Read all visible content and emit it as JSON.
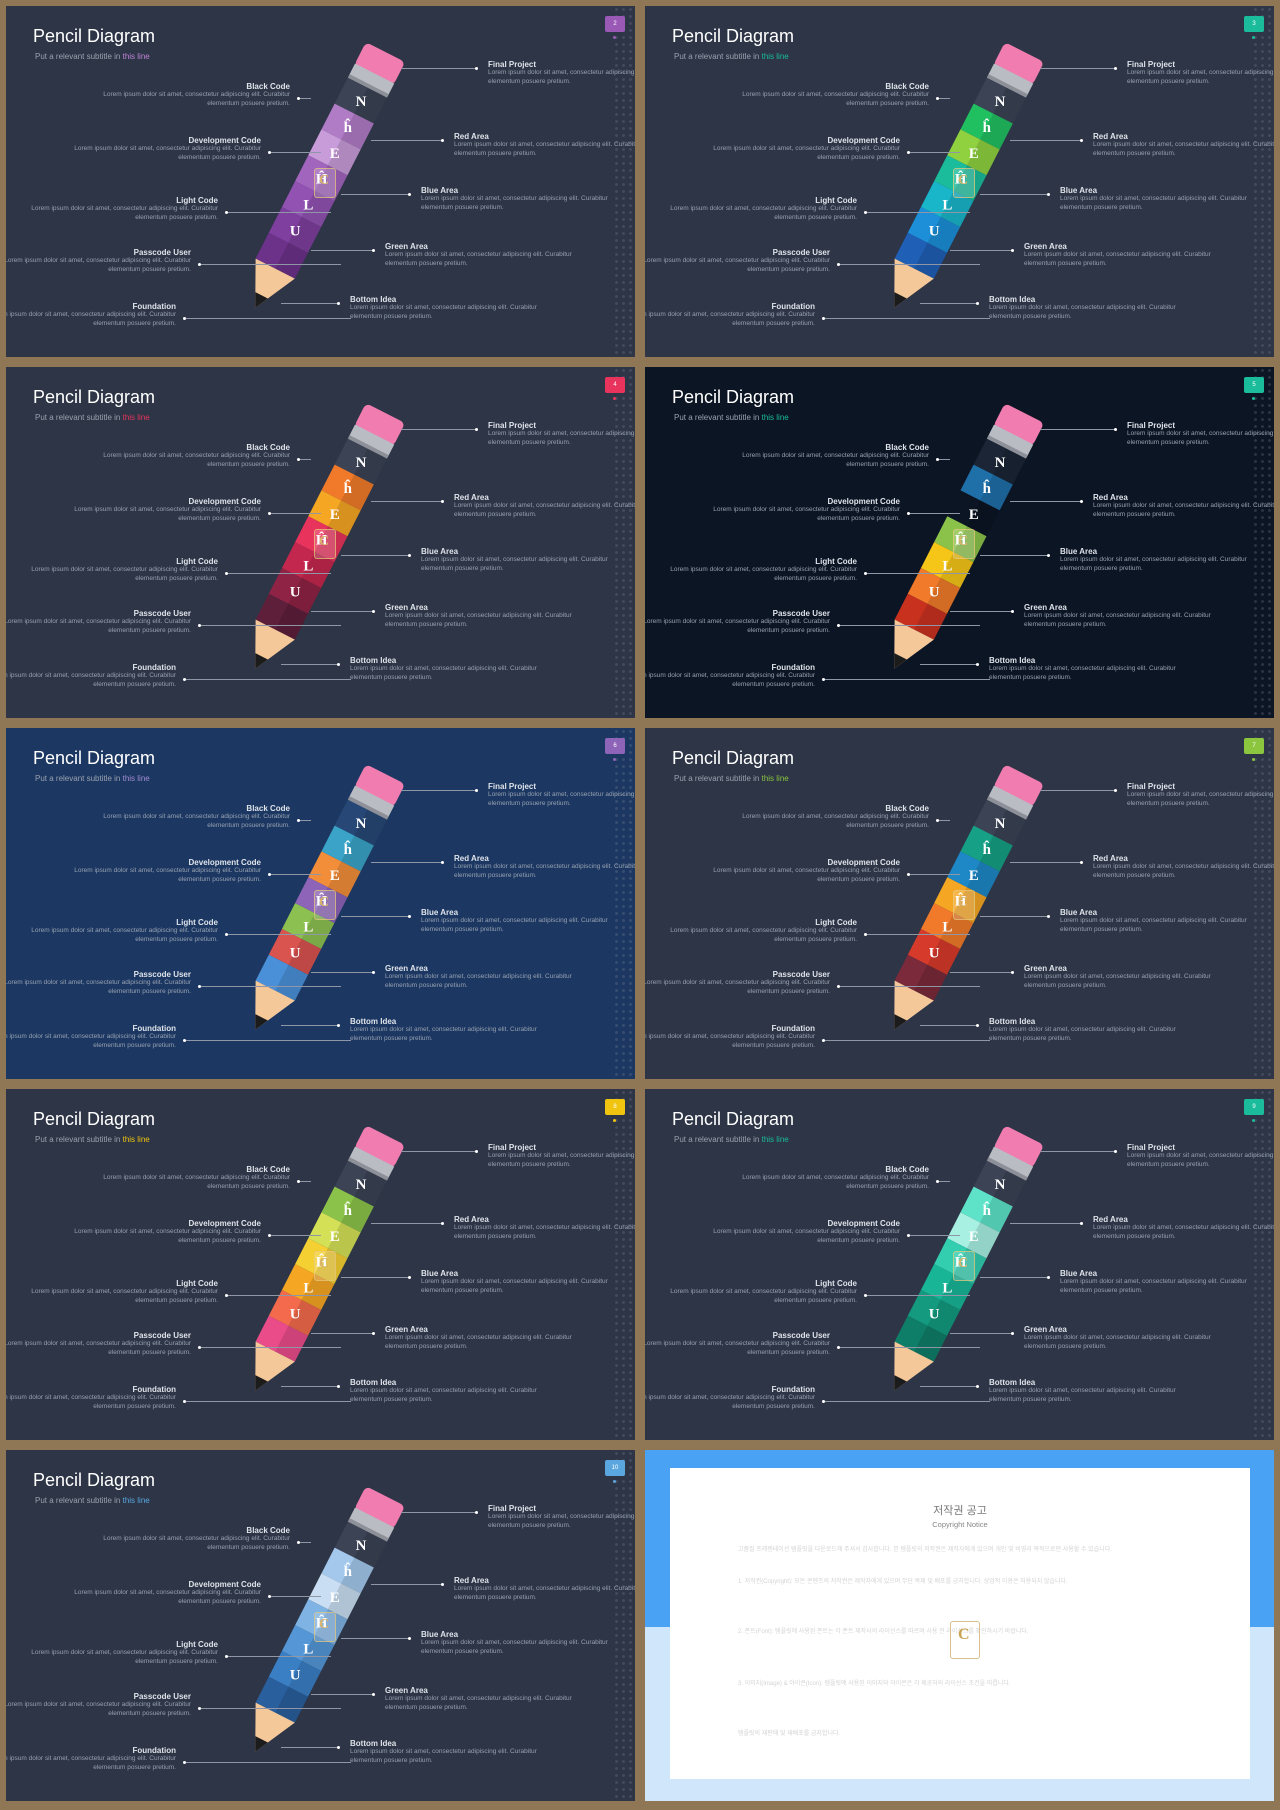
{
  "slide_common": {
    "title": "Pencil Diagram",
    "subtitle_prefix": "Put a relevant subtitle in ",
    "subtitle_highlight": "this line",
    "body_text": "Lorem ipsum dolor sit amet, consectetur adipiscing elit. Curabitur elementum posuere pretium.",
    "left_labels": [
      "Black Code",
      "Development Code",
      "Light Code",
      "Passcode User",
      "Foundation"
    ],
    "right_labels": [
      "Final Project",
      "Red Area",
      "Blue Area",
      "Green Area",
      "Bottom Idea"
    ],
    "segment_letters": [
      "N",
      "ĥ",
      "E",
      "Ĥ",
      "L",
      "U"
    ],
    "logo_letter": "C"
  },
  "slides": [
    {
      "page": "2",
      "tab_color": "#9b59b6",
      "highlight_color": "#c084d8",
      "bg": "#2d3546",
      "segments": [
        "#3b4355",
        "#b07cc6",
        "#c89bd9",
        "#a265bd",
        "#9152b2",
        "#7e3f9e",
        "#6c3289"
      ]
    },
    {
      "page": "3",
      "tab_color": "#1abc9c",
      "highlight_color": "#1abc9c",
      "bg": "#2d3546",
      "segments": [
        "#3b4355",
        "#20c060",
        "#8fd13f",
        "#1abc9c",
        "#19b5c9",
        "#1c8fd8",
        "#1f5fb5"
      ]
    },
    {
      "page": "4",
      "tab_color": "#e8345c",
      "highlight_color": "#e8345c",
      "bg": "#2d3546",
      "segments": [
        "#3b4355",
        "#f07a2a",
        "#f5a623",
        "#e8345c",
        "#c4274e",
        "#8e2345",
        "#5e1f3b"
      ]
    },
    {
      "page": "5",
      "tab_color": "#1abc9c",
      "highlight_color": "#1abc9c",
      "bg": "#0c1524",
      "segments": [
        "#1b2535",
        "#1f6fa8",
        "#0c1524",
        "#8bc34a",
        "#f5c518",
        "#f07a2a",
        "#c9311f"
      ]
    },
    {
      "page": "6",
      "tab_color": "#8e64b8",
      "highlight_color": "#a58bd0",
      "bg": "#1c3862",
      "segments": [
        "#274877",
        "#3aa3c7",
        "#f28e3a",
        "#8e64b8",
        "#8cc152",
        "#d9534f",
        "#4a90d9"
      ]
    },
    {
      "page": "7",
      "tab_color": "#8cc63f",
      "highlight_color": "#8cc63f",
      "bg": "#2d3546",
      "segments": [
        "#3b4355",
        "#16a085",
        "#1e88c7",
        "#f5a623",
        "#f07a2a",
        "#d63a2a",
        "#7a2a3a"
      ]
    },
    {
      "page": "8",
      "tab_color": "#f1c40f",
      "highlight_color": "#f1c40f",
      "bg": "#2d3546",
      "segments": [
        "#3b4355",
        "#8bc34a",
        "#d4e157",
        "#f5d033",
        "#f5a623",
        "#f36b4c",
        "#ea4c89"
      ]
    },
    {
      "page": "9",
      "tab_color": "#1abc9c",
      "highlight_color": "#1abc9c",
      "bg": "#2d3546",
      "segments": [
        "#3b4355",
        "#5ee3c9",
        "#a8f0e2",
        "#33cdb0",
        "#18b597",
        "#139a7f",
        "#0f7e68"
      ]
    },
    {
      "page": "10",
      "tab_color": "#5aa7e0",
      "highlight_color": "#5aa7e0",
      "bg": "#2d3546",
      "segments": [
        "#3b4355",
        "#a3c8ec",
        "#c9def2",
        "#7fb3e3",
        "#5597d6",
        "#3a7fc4",
        "#2a5f9e"
      ]
    }
  ],
  "copyright": {
    "title": "저작권 공고",
    "subtitle": "Copyright Notice",
    "paragraphs": [
      "고품질 프레젠테이션 템플릿을 다운로드해 주셔서 감사합니다. 본 템플릿의 저작권은 제작자에게 있으며 개인 및 비영리 목적으로만 사용할 수 있습니다.",
      "1. 저작권(Copyright): 모든 콘텐츠의 저작권은 제작자에게 있으며 무단 복제 및 배포를 금지합니다. 상업적 이용은 허용되지 않습니다.",
      "2. 폰트(Font): 템플릿에 사용된 폰트는 각 폰트 제작사의 라이선스를 따르며 사용 전 라이선스를 확인하시기 바랍니다.",
      "3. 이미지(Image) & 아이콘(Icon): 템플릿에 사용된 이미지와 아이콘은 각 제공처의 라이선스 조건을 따릅니다.",
      "템플릿의 재판매 및 재배포를 금지합니다."
    ]
  }
}
